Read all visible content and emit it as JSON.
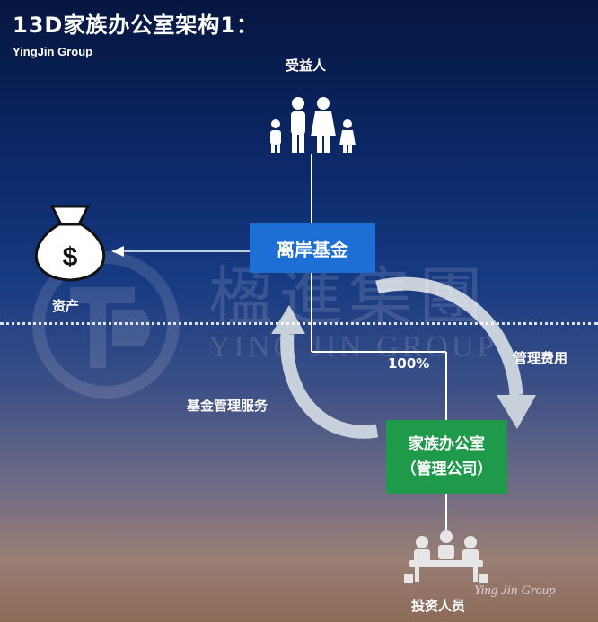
{
  "header": {
    "title": "13D家族办公室架构1：",
    "subtitle": "YingJin Group"
  },
  "nodes": {
    "beneficiary": {
      "label": "受益人",
      "icon": "family-icon"
    },
    "assets": {
      "label": "资产",
      "icon": "money-bag-icon",
      "symbol": "$"
    },
    "offshore_fund": {
      "label": "离岸基金",
      "color": "#1d6fd6"
    },
    "family_office": {
      "line1": "家族办公室",
      "line2": "（管理公司）",
      "color": "#1f9a4b"
    },
    "investors": {
      "label": "投资人员",
      "icon": "meeting-icon"
    }
  },
  "edges": {
    "ownership": "100%",
    "management_fee": "管理费用",
    "fund_management_service": "基金管理服务"
  },
  "watermark": {
    "chinese": "楹進集團",
    "english": "YING JIN GROUP",
    "signature": "Ying Jin Group"
  }
}
